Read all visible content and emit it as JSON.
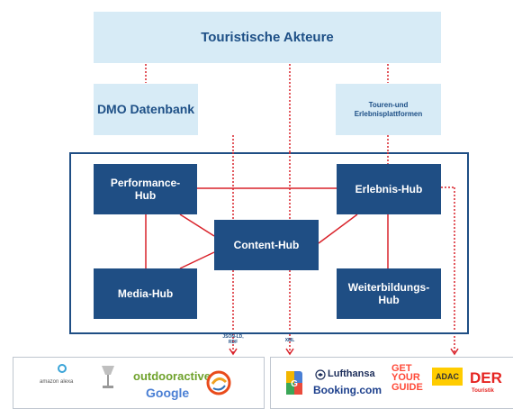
{
  "nodes": {
    "top": "Touristische Akteure",
    "dmo": "DMO Datenbank",
    "touren_line1": "Touren-und",
    "touren_line2": "Erlebnisplattformen",
    "performance_line1": "Performance-",
    "performance_line2": "Hub",
    "erlebnis": "Erlebnis-Hub",
    "content": "Content-Hub",
    "media": "Media-Hub",
    "weiterbildung_line1": "Weiterbildungs-",
    "weiterbildung_line2": "Hub"
  },
  "arrow_labels": {
    "jsonld_line1": "JSON-LD,",
    "jsonld_line2": "RDF",
    "xml": "XML"
  },
  "logos": {
    "amazon_alexa": "amazon alexa",
    "outdooractive": "outdooractive",
    "google": "Google",
    "lufthansa": "Lufthansa",
    "booking": "Booking.com",
    "getyourguide_line1": "GET",
    "getyourguide_line2": "YOUR",
    "getyourguide_line3": "GUIDE",
    "adac": "ADAC",
    "der": "DER",
    "der_sub": "Touristik"
  },
  "colors": {
    "dark_blue": "#1f4e84",
    "light_blue": "#d7ebf6",
    "connector_red": "#d9222a"
  }
}
